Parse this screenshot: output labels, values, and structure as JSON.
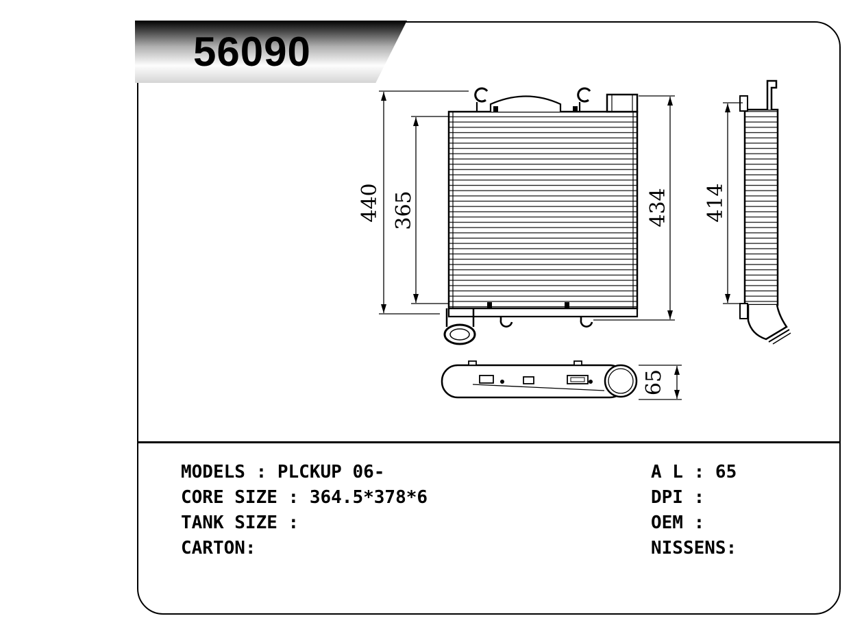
{
  "banner": {
    "part_number": "56090"
  },
  "drawing": {
    "dims": {
      "overall_height": "440",
      "core_height": "365",
      "right_height": "434",
      "side_height": "414",
      "depth": "65"
    }
  },
  "specs": {
    "left": [
      "MODELS : PLCKUP 06-",
      "CORE SIZE : 364.5*378*6",
      "TANK SIZE :",
      "CARTON:"
    ],
    "right": [
      "A L : 65",
      "DPI :",
      "OEM :",
      "NISSENS:"
    ]
  }
}
